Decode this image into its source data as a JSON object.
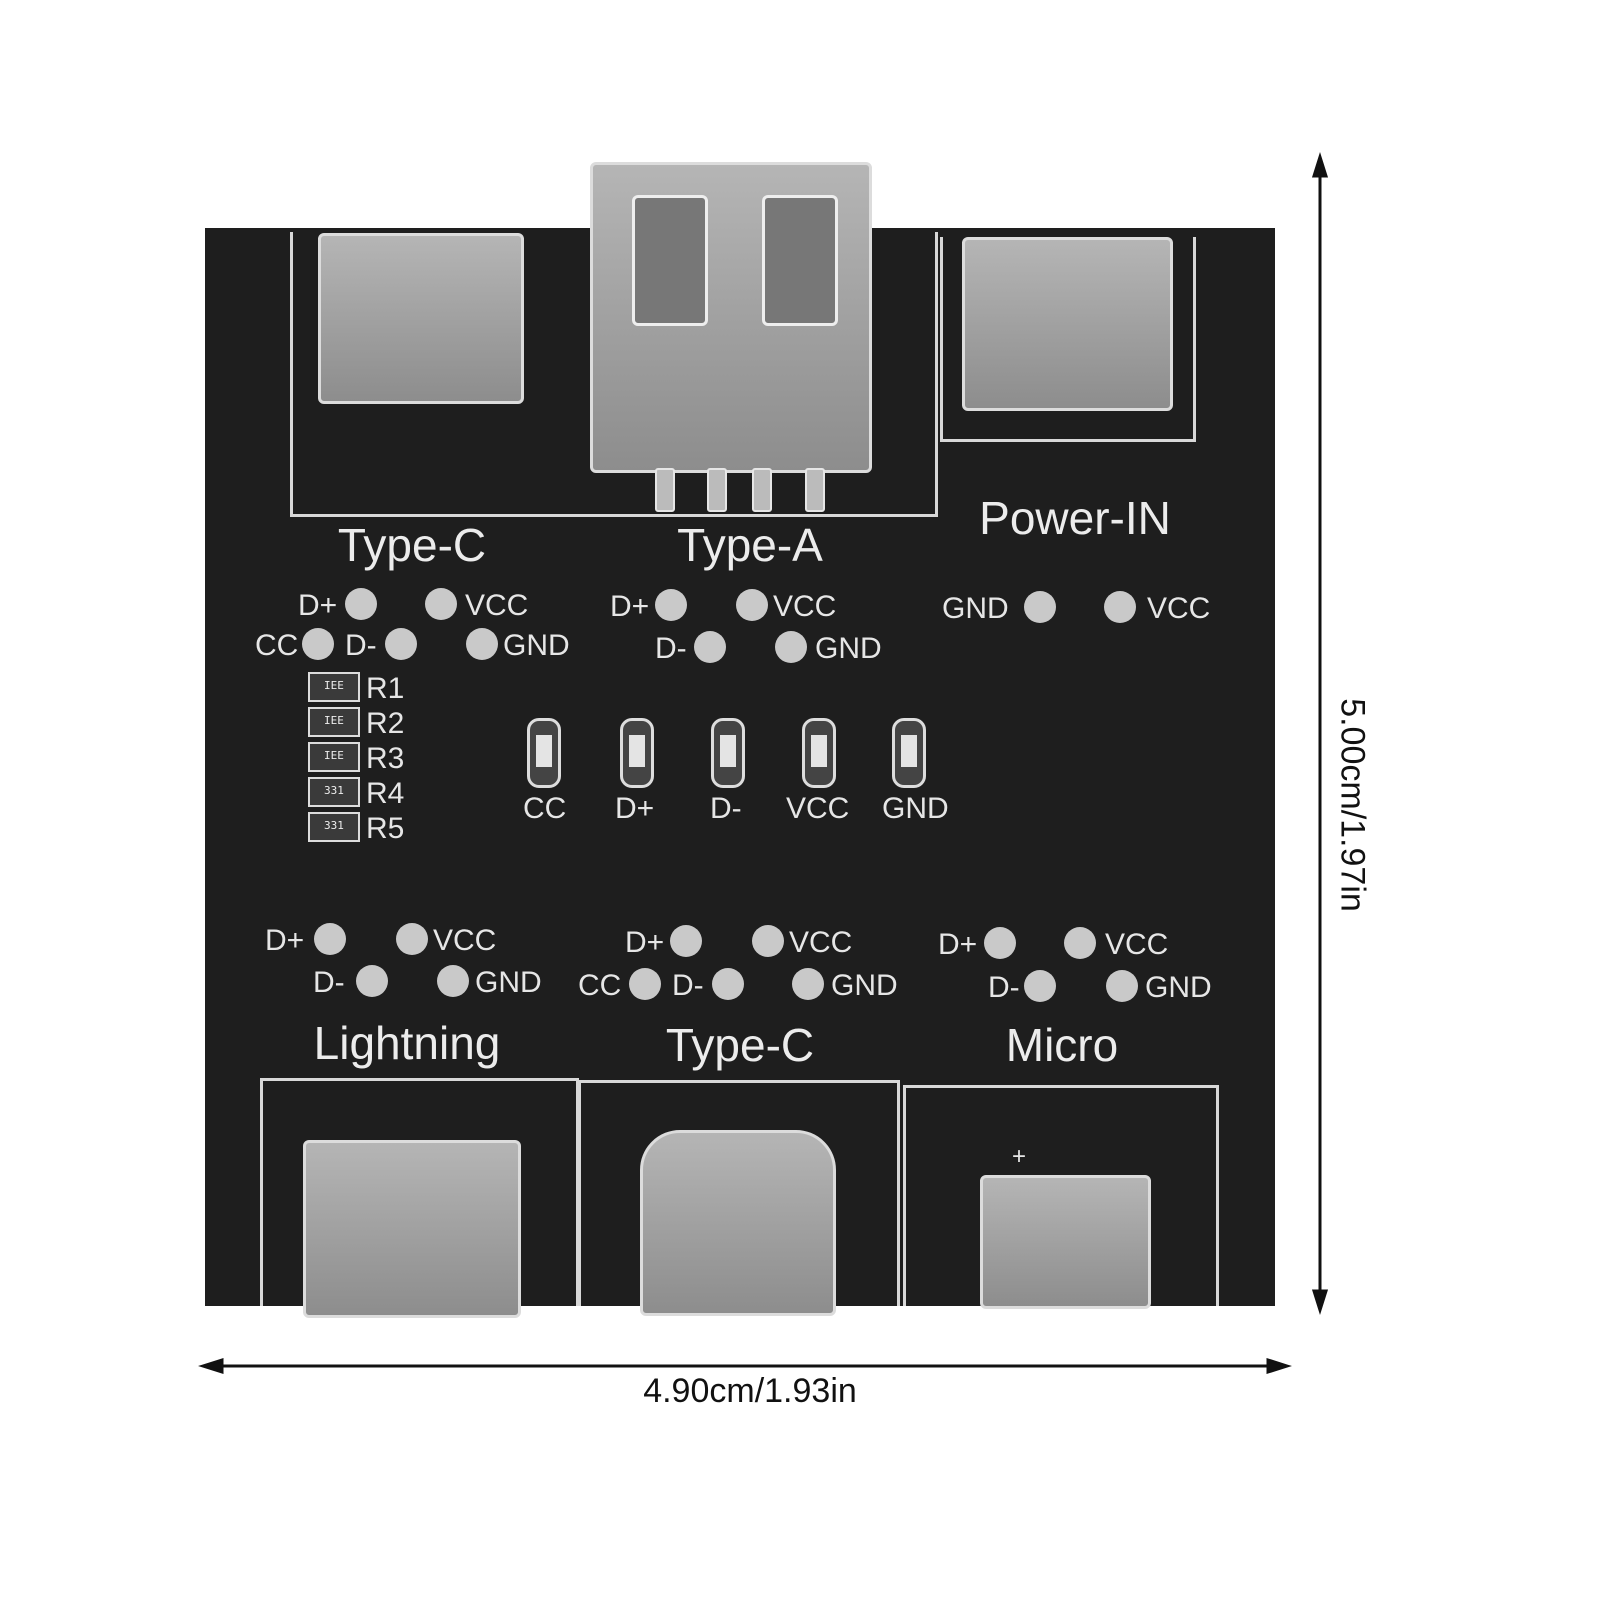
{
  "board": {
    "section_labels": {
      "top_type_c": "Type-C",
      "top_type_a": "Type-A",
      "power_in": "Power-IN",
      "lightning": "Lightning",
      "bottom_type_c": "Type-C",
      "micro": "Micro"
    },
    "pads": {
      "top_type_c": [
        "D+",
        "VCC",
        "CC",
        "D-",
        "GND"
      ],
      "top_type_a": [
        "D+",
        "VCC",
        "D-",
        "GND"
      ],
      "power_in": [
        "GND",
        "VCC"
      ],
      "lightning": [
        "D+",
        "VCC",
        "D-",
        "GND"
      ],
      "bottom_type_c": [
        "D+",
        "VCC",
        "CC",
        "D-",
        "GND"
      ],
      "micro": [
        "D+",
        "VCC",
        "D-",
        "GND"
      ]
    },
    "leds": [
      "CC",
      "D+",
      "D-",
      "VCC",
      "GND"
    ],
    "resistors": [
      {
        "label": "R1",
        "code": "IEE"
      },
      {
        "label": "R2",
        "code": "IEE"
      },
      {
        "label": "R3",
        "code": "IEE"
      },
      {
        "label": "R4",
        "code": "331"
      },
      {
        "label": "R5",
        "code": "331"
      }
    ],
    "micro_polarity": "+"
  },
  "dimensions": {
    "width": "4.90cm/1.93in",
    "height": "5.00cm/1.97in"
  }
}
